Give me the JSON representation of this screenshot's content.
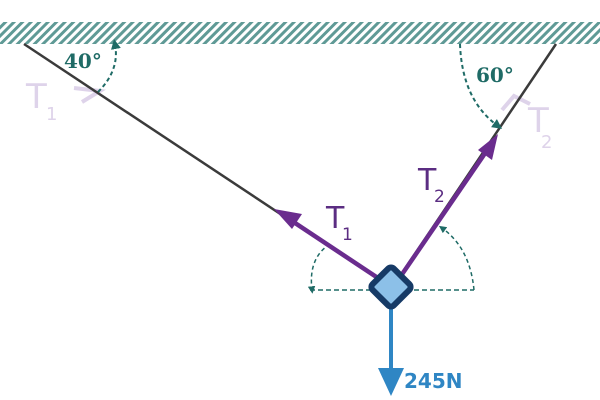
{
  "ceiling": {
    "name": "ceiling"
  },
  "angles": {
    "left": "40°",
    "right": "60°"
  },
  "tensions": {
    "t1": {
      "main": "T",
      "sub": "1"
    },
    "t2": {
      "main": "T",
      "sub": "2"
    }
  },
  "weight": {
    "label": "245N"
  },
  "colors": {
    "rope": "#3b3b3b",
    "tension_arrow": "#6a2c8e",
    "angle_marker": "#1f6b66",
    "weight_arrow": "#2f86c4",
    "block_fill": "#8cc0e8",
    "block_outline": "#163a66",
    "ghost_label": "#ded3ea",
    "ceiling_hatch": "#5f9a96"
  }
}
